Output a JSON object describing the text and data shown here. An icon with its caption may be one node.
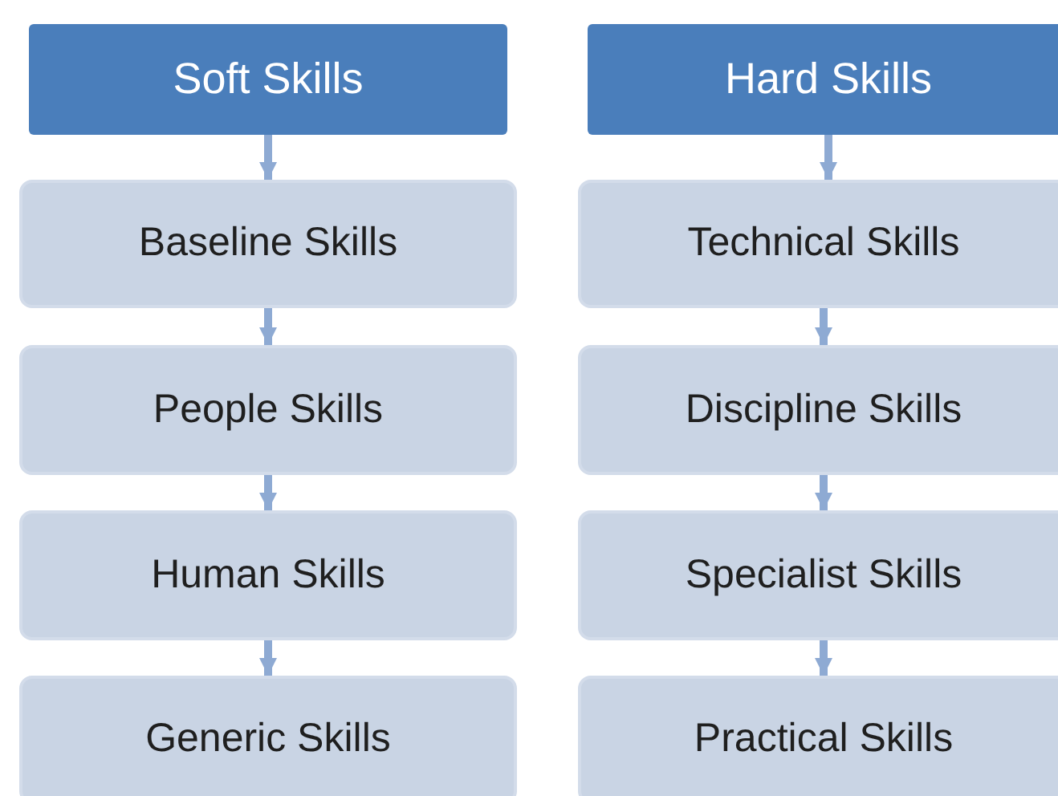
{
  "diagram": {
    "nodes": [
      {
        "text": [
          "Soft Skills"
        ]
      },
      {
        "text": [
          "Baseline Skills"
        ]
      },
      {
        "text": [
          "People Skills"
        ]
      },
      {
        "text": [
          "Human Skills"
        ]
      },
      {
        "text": [
          "Generic Skills"
        ]
      },
      {
        "text": [
          "Hard Skills"
        ]
      },
      {
        "text": [
          "Technical Skills"
        ]
      },
      {
        "text": [
          "Discipline Skills"
        ]
      },
      {
        "text": [
          "Specialist Skills"
        ]
      },
      {
        "text": [
          "Practical Skills"
        ]
      }
    ],
    "edges": [
      {
        "from": 0,
        "to": 1,
        "arrow": "to"
      },
      {
        "from": 1,
        "to": 2,
        "arrow": "to"
      },
      {
        "from": 2,
        "to": 3,
        "arrow": "to"
      },
      {
        "from": 3,
        "to": 4,
        "arrow": "to"
      },
      {
        "from": 5,
        "to": 6,
        "arrow": "to"
      },
      {
        "from": 6,
        "to": 7,
        "arrow": "to"
      },
      {
        "from": 7,
        "to": 8,
        "arrow": "to"
      },
      {
        "from": 8,
        "to": 9,
        "arrow": "to"
      }
    ]
  }
}
